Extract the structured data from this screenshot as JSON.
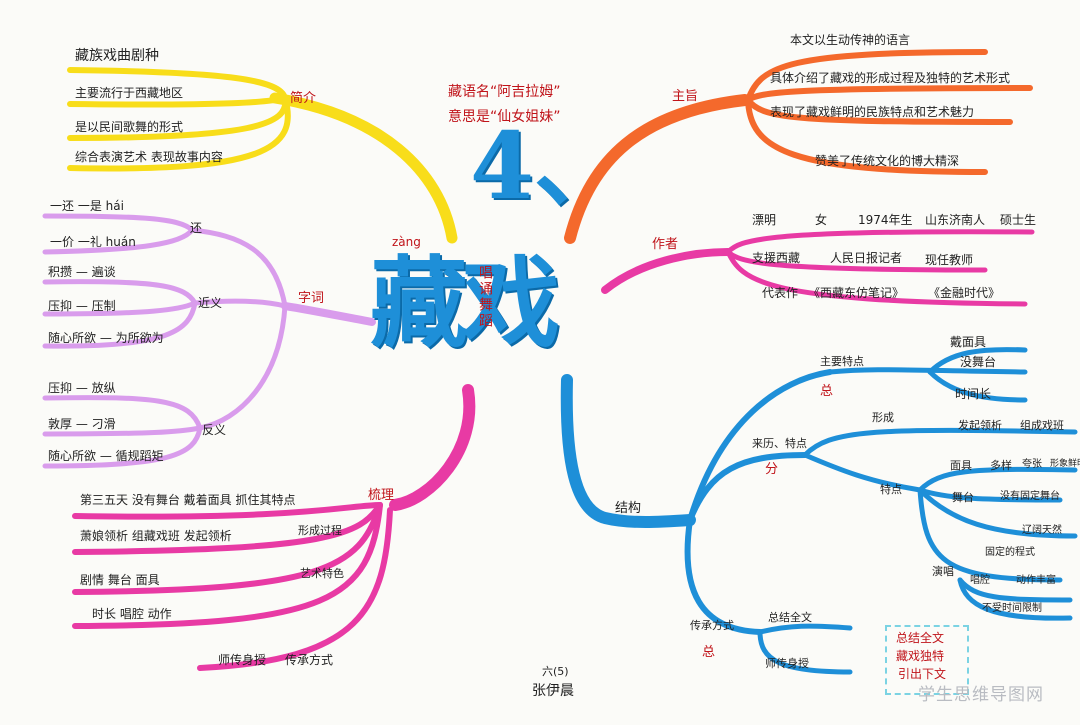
{
  "center": {
    "number": "4、",
    "title": "藏戏",
    "pinyin": "zàng",
    "subtitle": "唱诵舞蹈"
  },
  "name_note": {
    "line1": "藏语名“阿吉拉姆”",
    "line2": "意思是“仙女姐妹”"
  },
  "jianjie": {
    "label": "简介",
    "items": [
      "藏族戏曲剧种",
      "主要流行于西藏地区",
      "是以民间歌舞的形式",
      "综合表演艺术   表现故事内容"
    ]
  },
  "zhuzhi": {
    "label": "主旨",
    "items": [
      "本文以生动传神的语言",
      "具体介绍了藏戏的形成过程及独特的艺术形式",
      "表现了藏戏鲜明的民族特点和艺术魅力",
      "赞美了传统文化的博大精深"
    ]
  },
  "zici": {
    "label": "字词",
    "huan_group": {
      "label": "还",
      "items": [
        "一还   一是   hái",
        "一价   一礼   huán"
      ]
    },
    "jinyi": {
      "label": "近义",
      "items": [
        "积攒 — 遍谈",
        "压抑 — 压制",
        "随心所欲 — 为所欲为"
      ]
    },
    "fanyi": {
      "label": "反义",
      "items": [
        "压抑 — 放纵",
        "敦厚 — 刁滑",
        "随心所欲 — 循规蹈矩"
      ]
    }
  },
  "zuozhe": {
    "label": "作者",
    "rows": [
      [
        "漂明",
        "女",
        "1974年生",
        "山东济南人",
        "硕士生"
      ],
      [
        "支援西藏",
        "人民日报记者",
        "现任教师"
      ],
      [
        "代表作",
        "《西藏东仿笔记》",
        "《金融时代》"
      ]
    ]
  },
  "shuli": {
    "label": "梳理",
    "items": [
      "第三五天   没有舞台   戴着面具   抓住其特点",
      "萧娘领析   组藏戏班   发起领析",
      "剧情   舞台   面具",
      "时长   唱腔   动作"
    ],
    "sub": [
      "形成过程",
      "艺术特色"
    ],
    "bottom": [
      "师传身授",
      "传承方式"
    ]
  },
  "jiegou": {
    "label": "结构",
    "zong1": "总",
    "fen": "分",
    "zong2": "总",
    "main_features": "主要特点",
    "features": [
      "戴面具",
      "没舞台",
      "时间长"
    ],
    "origin": "来历、特点",
    "xingcheng": "形成",
    "xingcheng_items": [
      "发起领析",
      "组成戏班"
    ],
    "tedian": "特点",
    "mianju_row": [
      "面具",
      "多样",
      "夸张",
      "形象鲜明"
    ],
    "wutai": "舞台",
    "wutai_items": [
      "没有固定舞台",
      "辽阔天然"
    ],
    "yanchang": "演唱",
    "yanchang_items": [
      "固定的程式",
      "唱腔",
      "动作丰富",
      "不受时间限制"
    ],
    "chuancheng": "传承方式",
    "summary": "总结全文",
    "shichuan": "师传身授",
    "note": [
      "总结全文",
      "藏戏独特",
      "引出下文"
    ]
  },
  "footer": {
    "class": "六(5)",
    "name": "张伊晨"
  },
  "watermark": "学生思维导图网",
  "colors": {
    "yellow": "#f8dd1a",
    "orange": "#f4692c",
    "pink": "#e83aa4",
    "violet": "#d99cec",
    "blue": "#1e8fd8",
    "red_text": "#c0141a"
  }
}
